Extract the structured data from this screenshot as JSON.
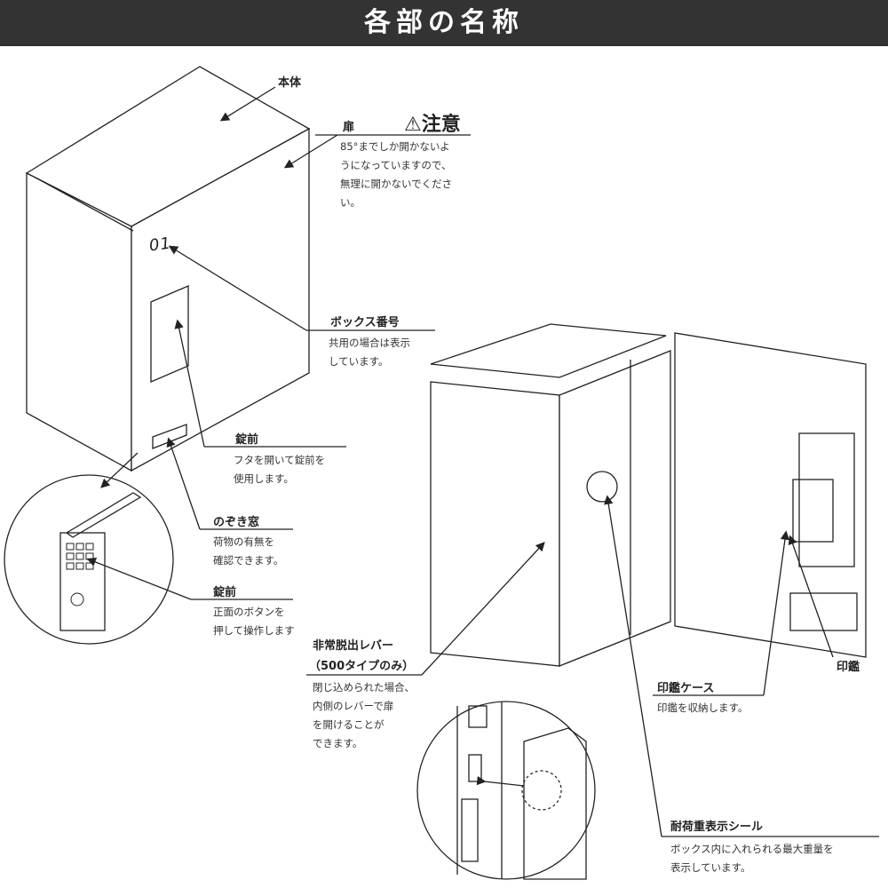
{
  "title": "各部の名称",
  "box_number_marking": "01",
  "labels": {
    "body": "本体",
    "door": {
      "label": "扉",
      "warning_title": "注意",
      "lines": [
        "85°までしか開かないよ",
        "うになっていますので、",
        "無理に開かないでくださ",
        "い。"
      ]
    },
    "box_number": {
      "label": "ボックス番号",
      "lines": [
        "共用の場合は表示",
        "しています。"
      ]
    },
    "lock_top": {
      "label": "錠前",
      "lines": [
        "フタを開いて錠前を",
        "使用します。"
      ]
    },
    "peep_window": {
      "label": "のぞき窓",
      "lines": [
        "荷物の有無を",
        "確認できます。"
      ]
    },
    "lock_front": {
      "label": "錠前",
      "lines": [
        "正面のボタンを",
        "押して操作します"
      ]
    },
    "emergency_lever": {
      "label": "非常脱出レバー",
      "sublabel": "（500タイプのみ）",
      "lines": [
        "閉じ込められた場合、",
        "内側のレバーで扉",
        "を開けることが",
        "できます。"
      ]
    },
    "seal_case": {
      "label": "印鑑ケース",
      "lines": [
        "印鑑を収納します。"
      ]
    },
    "seal": {
      "label": "印鑑"
    },
    "load_sticker": {
      "label": "耐荷重表示シール",
      "lines": [
        "ボックス内に入れられる最大重量を",
        "表示しています。"
      ]
    }
  }
}
